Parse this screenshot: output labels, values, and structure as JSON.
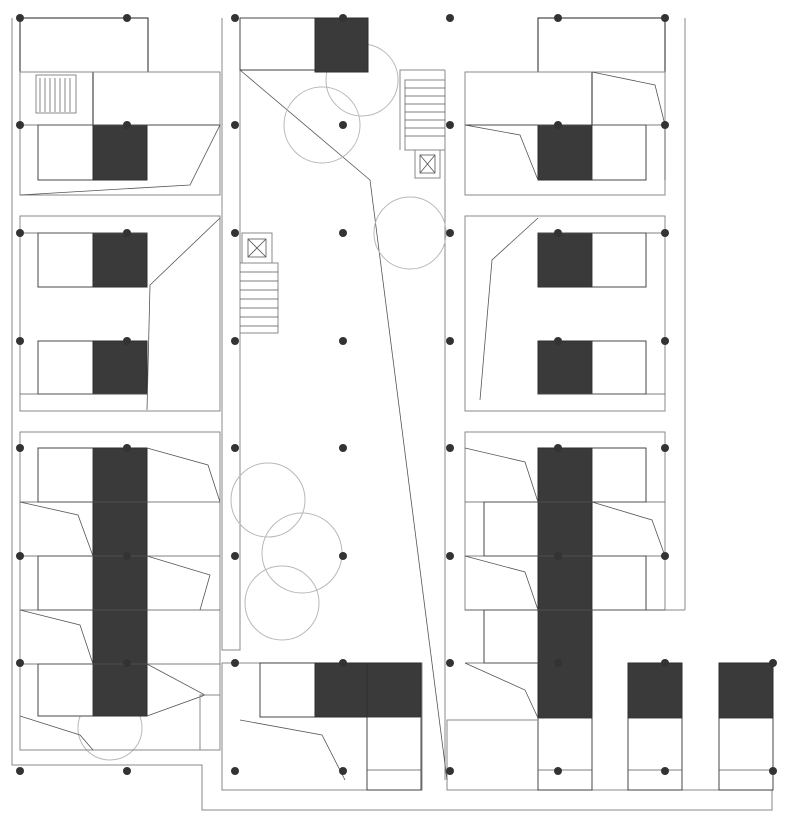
{
  "colors": {
    "solid_block": "#3a3a3a",
    "column": "#333333",
    "wall": "#888888",
    "tree": "#b8b8b8"
  },
  "icons": [
    "column-dot",
    "stair-symbol",
    "elevator-symbol",
    "tree-circle"
  ]
}
